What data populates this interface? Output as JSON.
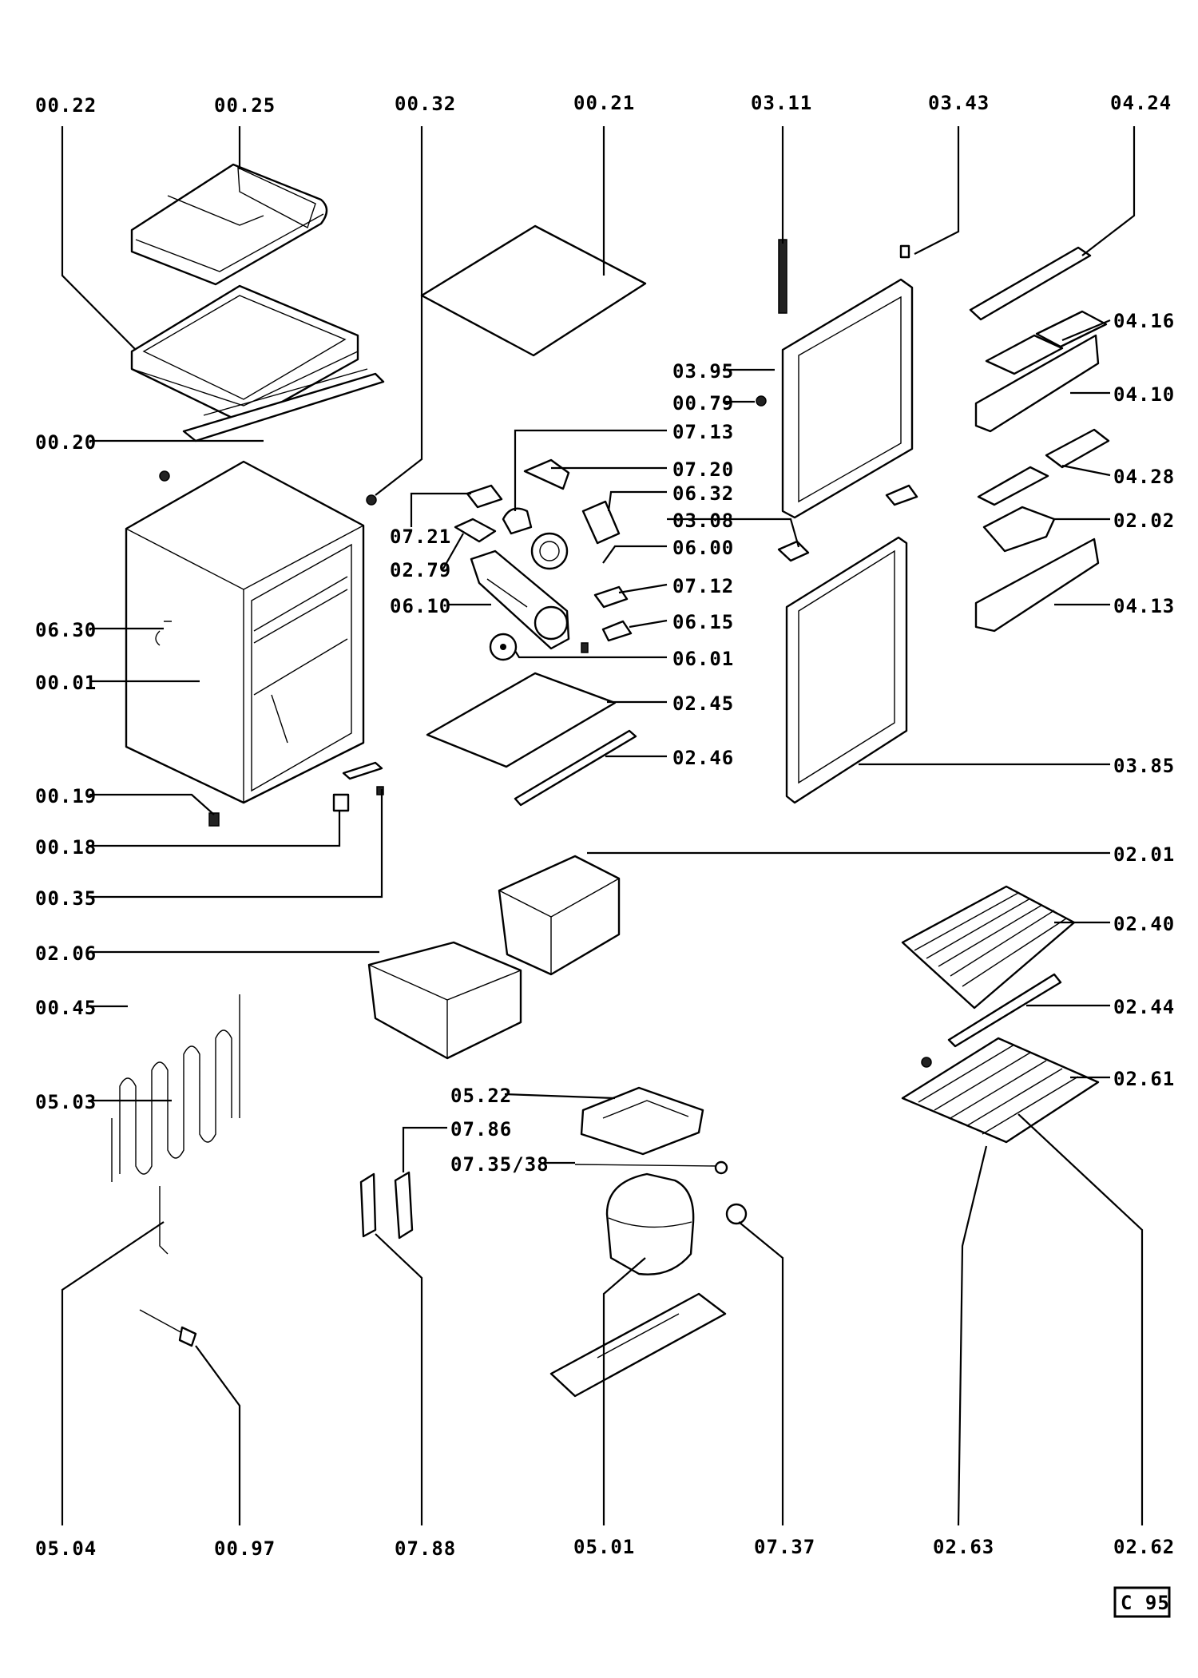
{
  "labels": {
    "00_22": "00.22",
    "00_25": "00.25",
    "00_32": "00.32",
    "00_21": "00.21",
    "03_11": "03.11",
    "03_43": "03.43",
    "04_24": "04.24",
    "04_16": "04.16",
    "03_95": "03.95",
    "00_79": "00.79",
    "04_10": "04.10",
    "00_20": "00.20",
    "07_13": "07.13",
    "07_20": "07.20",
    "04_28": "04.28",
    "06_32": "06.32",
    "07_21": "07.21",
    "03_08": "03.08",
    "02_02": "02.02",
    "02_79": "02.79",
    "06_00": "06.00",
    "07_12": "07.12",
    "06_10": "06.10",
    "04_13": "04.13",
    "06_30": "06.30",
    "06_15": "06.15",
    "06_01": "06.01",
    "00_01": "00.01",
    "02_45": "02.45",
    "02_46": "02.46",
    "03_85": "03.85",
    "00_19": "00.19",
    "00_18": "00.18",
    "00_35": "00.35",
    "02_01": "02.01",
    "02_40": "02.40",
    "02_06": "02.06",
    "02_44": "02.44",
    "00_45": "00.45",
    "05_03": "05.03",
    "02_61": "02.61",
    "05_22": "05.22",
    "07_86": "07.86",
    "07_35_38": "07.35/38",
    "05_04": "05.04",
    "00_97": "00.97",
    "07_88": "07.88",
    "05_01": "05.01",
    "07_37": "07.37",
    "02_63": "02.63",
    "02_62": "02.62"
  },
  "stamp": "C 95"
}
